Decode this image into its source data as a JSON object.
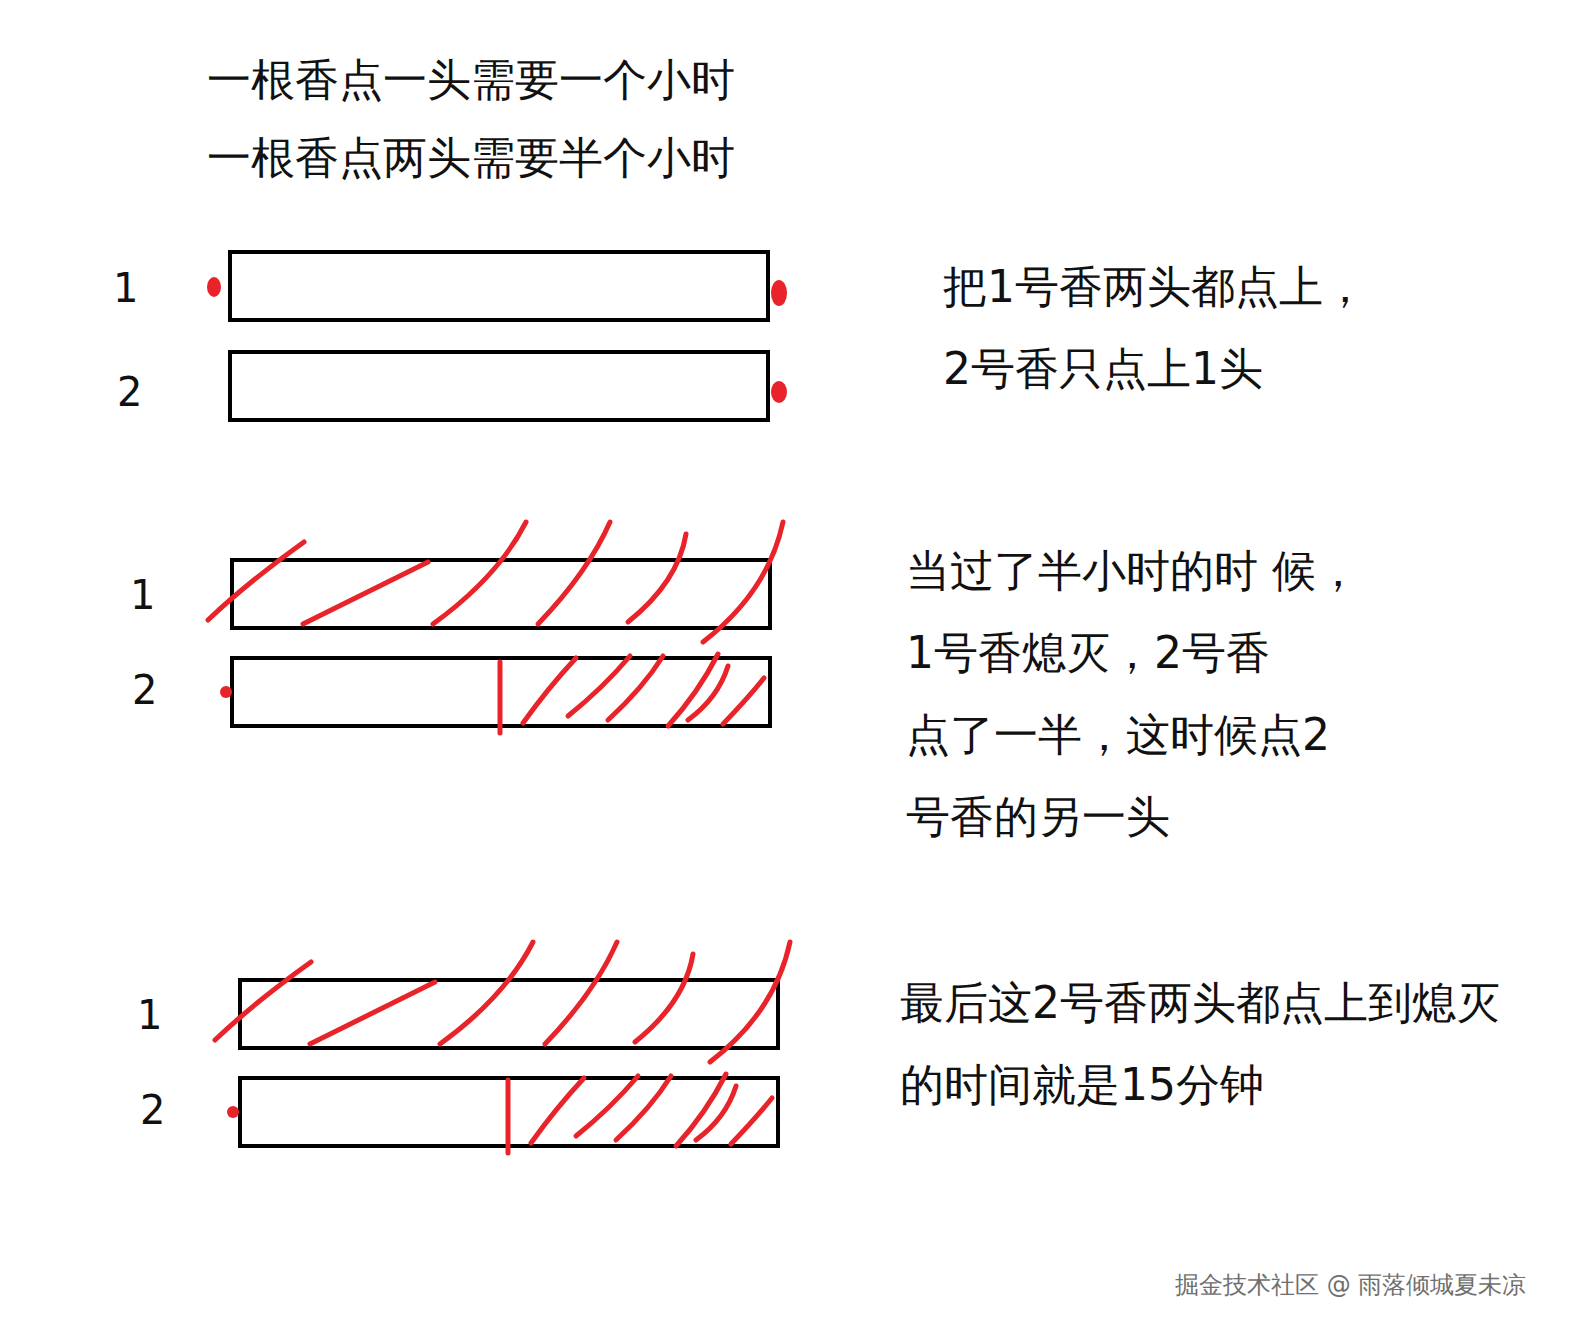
{
  "diagram": {
    "labels": [
      "一根香点一头需要一个小时",
      "一根香点两头需要半个小时",
      "1",
      "2",
      "把1号香两头都点上， 2号香只点上1头",
      "1",
      "2",
      "当过了半小时的时 候，1号香熄灭，2号香 点了一半，这时候点2 号香的另一头",
      "1",
      "2",
      "最后这2号香两头都点上到熄灭 的时间就是15分钟",
      "掘金技术社区 @ 雨落倾城夏未凉"
    ]
  }
}
